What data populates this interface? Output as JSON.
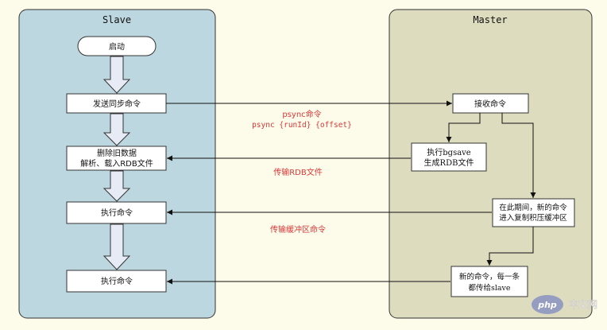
{
  "lanes": {
    "slave": {
      "title": "Slave"
    },
    "master": {
      "title": "Master"
    }
  },
  "slave_nodes": {
    "start": "启动",
    "send_sync": "发送同步命令",
    "load_rdb_line1": "删除旧数据",
    "load_rdb_line2": "解析、载入RDB文件",
    "exec1": "执行命令",
    "exec2": "执行命令"
  },
  "master_nodes": {
    "receive": "接收命令",
    "bgsave_line1": "执行bgsave",
    "bgsave_line2": "生成RDB文件",
    "buffer_line1": "在此期间，新的命令",
    "buffer_line2": "进入复制积压缓冲区",
    "propagate_line1": "新的命令，每一条",
    "propagate_line2": "都传给slave"
  },
  "messages": {
    "psync_title": "psync命令",
    "psync_args": "psync {runId} {offset}",
    "transfer_rdb": "传输RDB文件",
    "transfer_buffer": "传输缓冲区命令"
  },
  "watermark": {
    "brand": "php",
    "site": "中文网"
  },
  "colors": {
    "slave_lane": "#bcd7e0",
    "master_lane": "#dedcbf",
    "message_text": "#d9383a",
    "box_border": "#333333",
    "hollow_arrow_fill": "#e6ebf5"
  }
}
